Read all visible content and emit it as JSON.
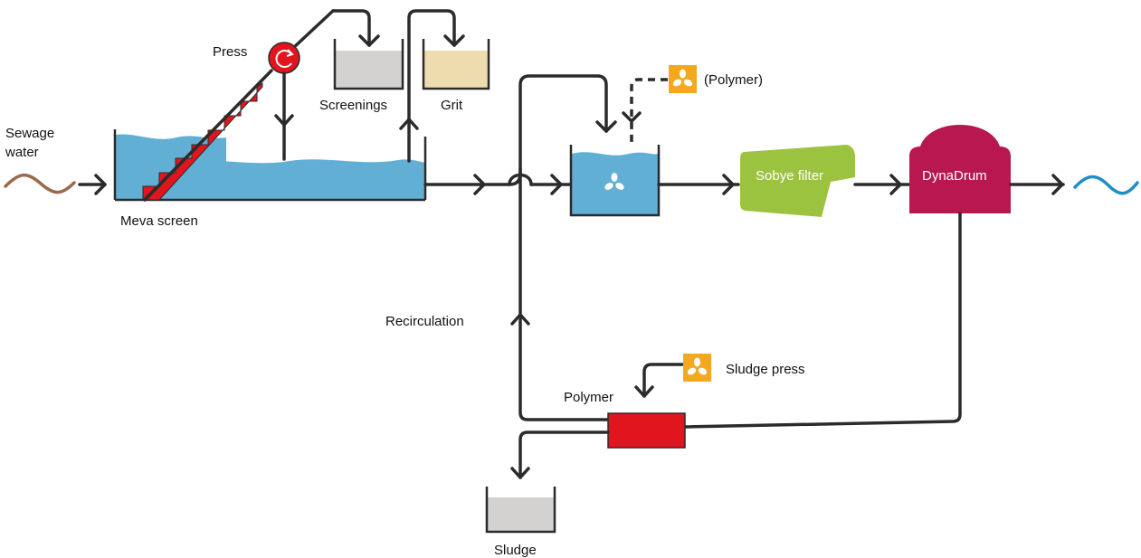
{
  "labels": {
    "sewage_line1": "Sewage",
    "sewage_line2": "water",
    "meva_screen": "Meva screen",
    "press": "Press",
    "screenings": "Screenings",
    "grit": "Grit",
    "polymer_dosing": "(Polymer)",
    "sobye_filter": "Sobye filter",
    "dynadrum": "DynaDrum",
    "recirculation": "Recirculation",
    "polymer": "Polymer",
    "sludge_press": "Sludge press",
    "sludge": "Sludge"
  },
  "colors": {
    "inlet_wave": "#9b6a4e",
    "outlet_wave": "#1f8fc7",
    "water": "#62afd6",
    "press_red": "#e0151e",
    "screenings_fill": "#d3d2d1",
    "grit_fill": "#ecdcae",
    "sludge_fill": "#d3d2d1",
    "sobye_green": "#9cc33f",
    "dynadrum_magenta": "#b8174f",
    "dosing_orange": "#f4a81d",
    "line": "#2b2b2b"
  },
  "icons": {
    "press": "rotating-arrow-icon",
    "mixer": "propeller-icon",
    "dosing": "propeller-icon"
  }
}
